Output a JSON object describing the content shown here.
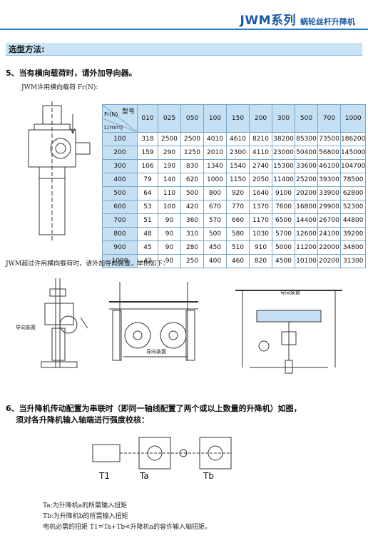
{
  "header": {
    "title": "JWM系列",
    "subtitle": "蜗轮丝杆升降机"
  },
  "section": {
    "title": "选型方法:"
  },
  "item5": {
    "title": "5、当有横向载荷时，请外加导向器。",
    "allow_label": "JWM许用横向载荷   Fr(N):",
    "below_note": "JWM超过许用横向载荷时，请外加导向装置，举例如下：",
    "guide_label_1": "导向装置",
    "guide_label_2": "导向装置",
    "guide_label_3": "导向装置"
  },
  "table": {
    "corner": {
      "type": "型号",
      "fr": "Fr(N)",
      "l": "L(mm)"
    },
    "models": [
      "010",
      "025",
      "050",
      "100",
      "150",
      "200",
      "300",
      "500",
      "700",
      "1000"
    ],
    "rows": [
      {
        "L": "100",
        "v": [
          "318",
          "2500",
          "2500",
          "4010",
          "4610",
          "8210",
          "38200",
          "85300",
          "73500",
          "186200"
        ]
      },
      {
        "L": "200",
        "v": [
          "159",
          "290",
          "1250",
          "2010",
          "2300",
          "4110",
          "23000",
          "50400",
          "56800",
          "145000"
        ]
      },
      {
        "L": "300",
        "v": [
          "106",
          "190",
          "830",
          "1340",
          "1540",
          "2740",
          "15300",
          "33600",
          "46100",
          "104700"
        ]
      },
      {
        "L": "400",
        "v": [
          "79",
          "140",
          "620",
          "1000",
          "1150",
          "2050",
          "11400",
          "25200",
          "39300",
          "78500"
        ]
      },
      {
        "L": "500",
        "v": [
          "64",
          "110",
          "500",
          "800",
          "920",
          "1640",
          "9100",
          "20200",
          "33900",
          "62800"
        ]
      },
      {
        "L": "600",
        "v": [
          "53",
          "100",
          "420",
          "670",
          "770",
          "1370",
          "7600",
          "16800",
          "29900",
          "52300"
        ]
      },
      {
        "L": "700",
        "v": [
          "51",
          "90",
          "360",
          "570",
          "660",
          "1170",
          "6500",
          "14400",
          "26700",
          "44800"
        ]
      },
      {
        "L": "800",
        "v": [
          "48",
          "90",
          "310",
          "500",
          "580",
          "1030",
          "5700",
          "12600",
          "24100",
          "39200"
        ]
      },
      {
        "L": "900",
        "v": [
          "45",
          "90",
          "280",
          "450",
          "510",
          "910",
          "5000",
          "11200",
          "22000",
          "34800"
        ]
      },
      {
        "L": "1000",
        "v": [
          "42",
          "90",
          "250",
          "400",
          "460",
          "820",
          "4500",
          "10100",
          "20200",
          "31300"
        ]
      }
    ]
  },
  "item6": {
    "line1": "6、当升降机传动配置为串联时（即同一轴线配置了两个或以上数量的升降机）如图，",
    "line2": "须对各升降机输入轴端进行强度校核：",
    "labels": {
      "t1": "T1",
      "ta": "Ta",
      "tb": "Tb"
    },
    "notes": [
      "Ta:为升降机a的所需输入扭矩",
      "Tb:为升降机b的所需输入扭矩",
      "电机必需的扭矩  T1=Ta+Tb<升降机a的容许输入轴扭矩。"
    ]
  }
}
